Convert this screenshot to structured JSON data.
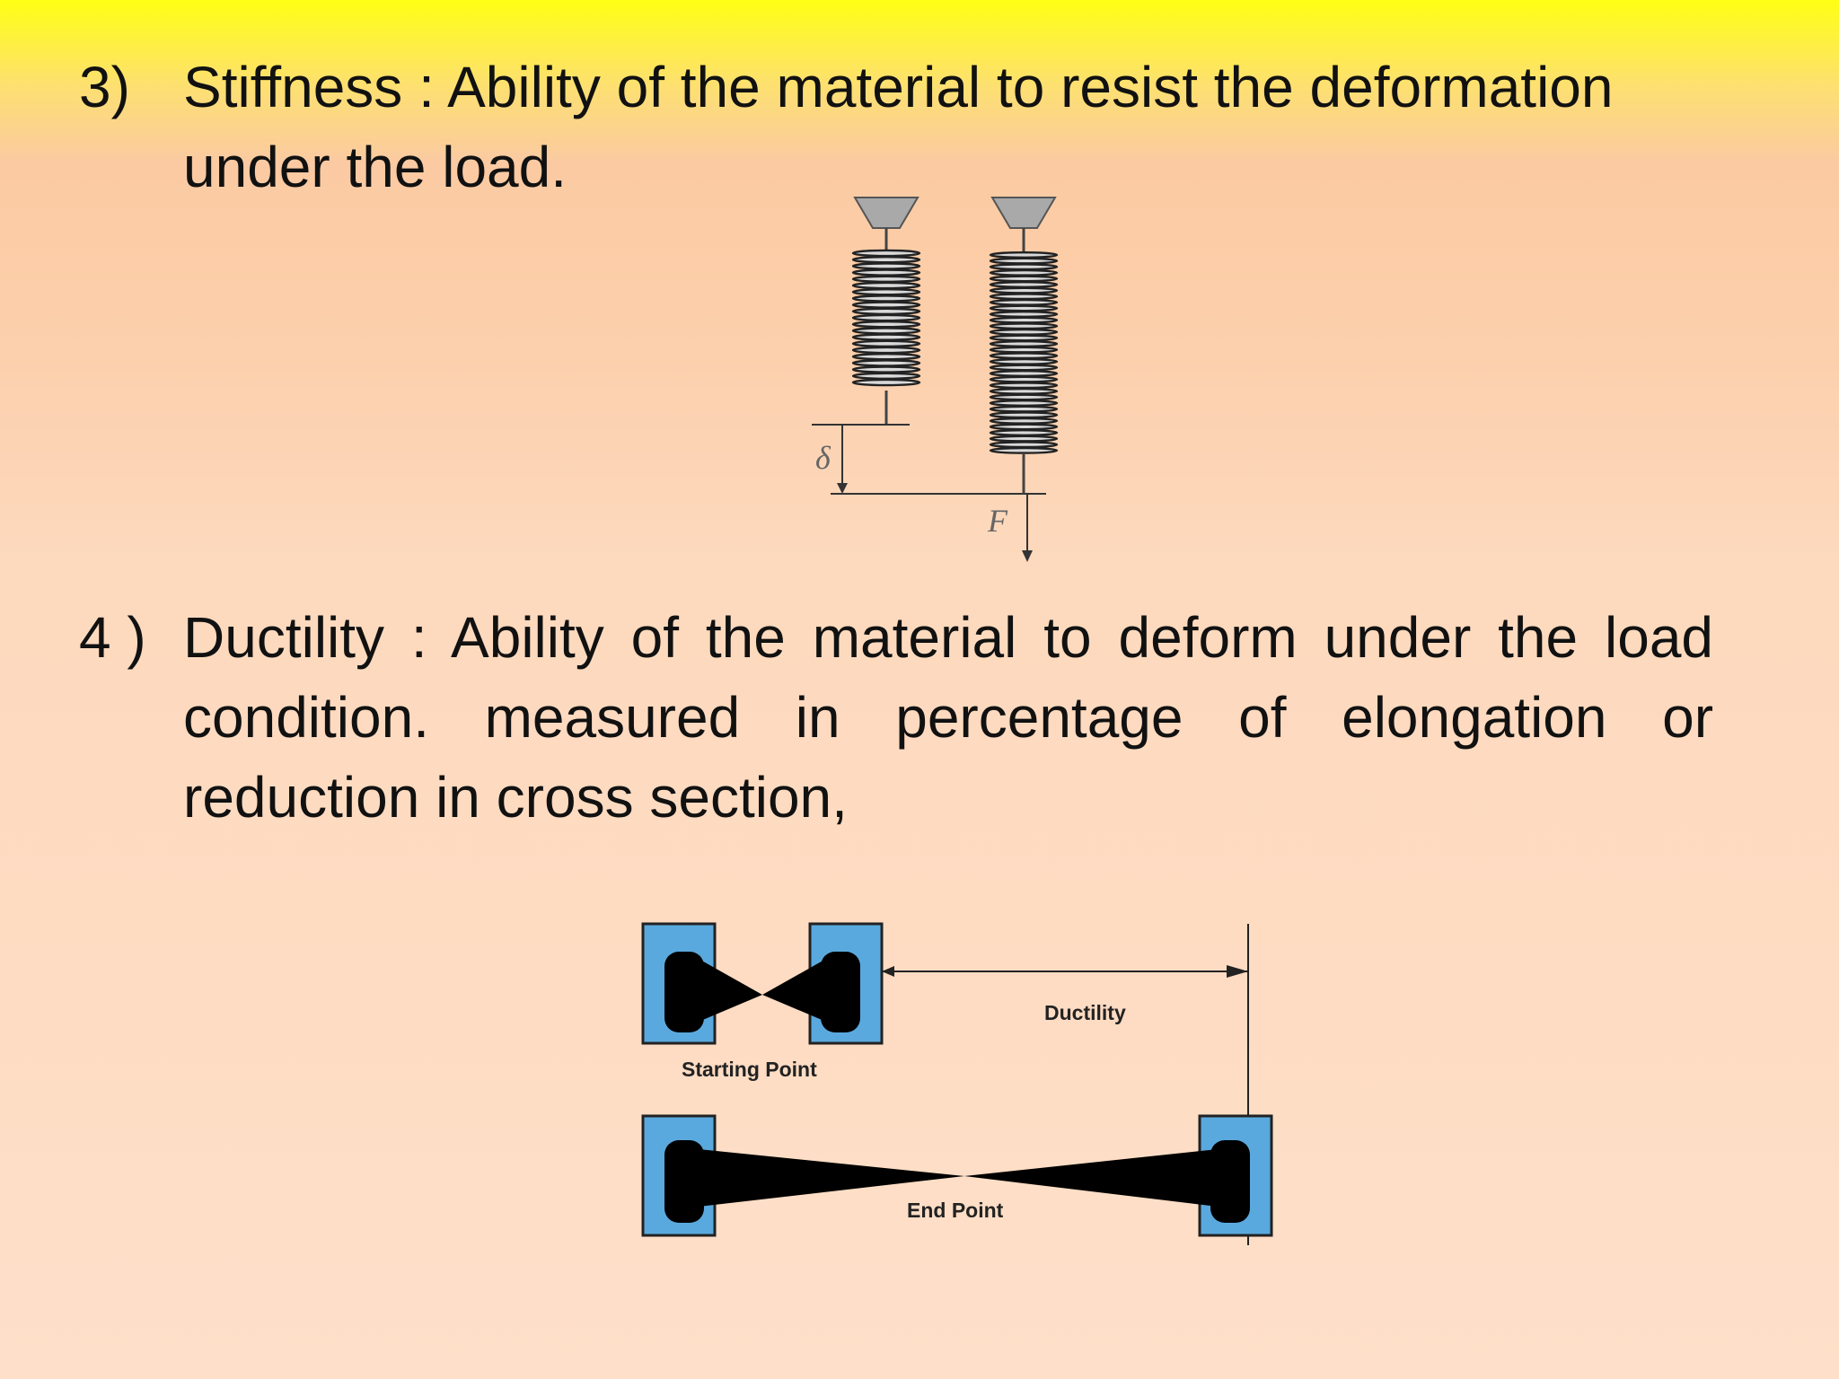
{
  "items": [
    {
      "number": "3)",
      "text": "Stiffness : Ability of the material to resist the  deformation under the load."
    },
    {
      "number": "4 )",
      "text": "Ductility : Ability of the material to deform under  the load condition.  measured  in  percentage  of  elongation  or reduction in cross section,"
    }
  ],
  "spring_figure": {
    "delta_label": "δ",
    "force_label": "F"
  },
  "ductility_figure": {
    "ductility_label": "Ductility",
    "start_label": "Starting Point",
    "end_label": "End Point"
  },
  "colors": {
    "top_band": "#ffff14",
    "background": "#fcd0ad",
    "grip_blue": "#5aa9de"
  }
}
